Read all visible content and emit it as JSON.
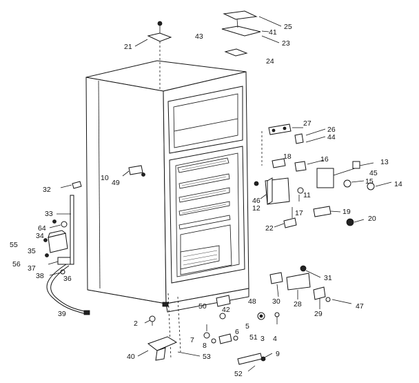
{
  "diagram": {
    "labels": [
      {
        "id": "p25",
        "text": "25"
      },
      {
        "id": "p41",
        "text": "41"
      },
      {
        "id": "p23",
        "text": "23"
      },
      {
        "id": "p24",
        "text": "24"
      },
      {
        "id": "p43",
        "text": "43"
      },
      {
        "id": "p21",
        "text": "21"
      },
      {
        "id": "p27",
        "text": "27"
      },
      {
        "id": "p26",
        "text": "26"
      },
      {
        "id": "p44",
        "text": "44"
      },
      {
        "id": "p13",
        "text": "13"
      },
      {
        "id": "p16",
        "text": "16"
      },
      {
        "id": "p18",
        "text": "18"
      },
      {
        "id": "p45",
        "text": "45"
      },
      {
        "id": "p15",
        "text": "15"
      },
      {
        "id": "p14",
        "text": "14"
      },
      {
        "id": "p10",
        "text": "10"
      },
      {
        "id": "p49",
        "text": "49"
      },
      {
        "id": "p32",
        "text": "32"
      },
      {
        "id": "p46",
        "text": "46"
      },
      {
        "id": "p12",
        "text": "12"
      },
      {
        "id": "p11",
        "text": "11"
      },
      {
        "id": "p17",
        "text": "17"
      },
      {
        "id": "p19",
        "text": "19"
      },
      {
        "id": "p20",
        "text": "20"
      },
      {
        "id": "p22",
        "text": "22"
      },
      {
        "id": "p33",
        "text": "33"
      },
      {
        "id": "p64",
        "text": "64"
      },
      {
        "id": "p34",
        "text": "34"
      },
      {
        "id": "p55",
        "text": "55"
      },
      {
        "id": "p35",
        "text": "35"
      },
      {
        "id": "p56",
        "text": "56"
      },
      {
        "id": "p37",
        "text": "37"
      },
      {
        "id": "p38",
        "text": "38"
      },
      {
        "id": "p36",
        "text": "36"
      },
      {
        "id": "p39",
        "text": "39"
      },
      {
        "id": "p31",
        "text": "31"
      },
      {
        "id": "p30",
        "text": "30"
      },
      {
        "id": "p28",
        "text": "28"
      },
      {
        "id": "p29",
        "text": "29"
      },
      {
        "id": "p47",
        "text": "47"
      },
      {
        "id": "p48",
        "text": "48"
      },
      {
        "id": "p50",
        "text": "50"
      },
      {
        "id": "p42",
        "text": "42"
      },
      {
        "id": "p5",
        "text": "5"
      },
      {
        "id": "p6",
        "text": "6"
      },
      {
        "id": "p51",
        "text": "51"
      },
      {
        "id": "p4",
        "text": "4"
      },
      {
        "id": "p3",
        "text": "3"
      },
      {
        "id": "p2",
        "text": "2"
      },
      {
        "id": "p7",
        "text": "7"
      },
      {
        "id": "p8",
        "text": "8"
      },
      {
        "id": "p9",
        "text": "9"
      },
      {
        "id": "p40",
        "text": "40"
      },
      {
        "id": "p53",
        "text": "53"
      },
      {
        "id": "p52",
        "text": "52"
      }
    ]
  }
}
